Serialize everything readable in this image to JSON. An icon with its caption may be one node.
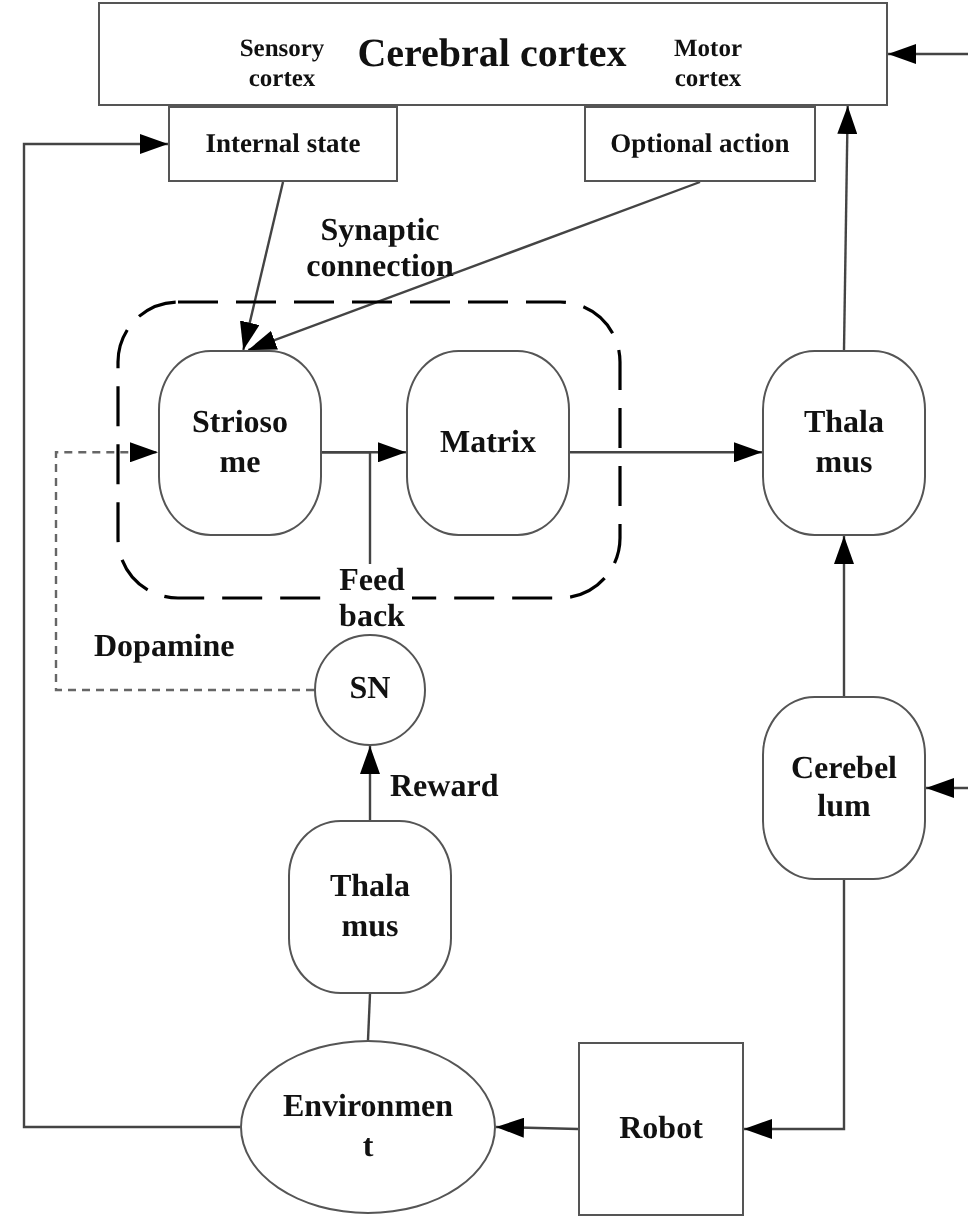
{
  "diagram": {
    "nodes": [
      {
        "text": [
          "Sensory cortex",
          "Cerebral cortex",
          "Motor cortex"
        ]
      },
      {
        "text": [
          "Internal state"
        ]
      },
      {
        "text": [
          "Optional action"
        ]
      },
      {
        "text": [],
        "shape": "box"
      },
      {
        "text": [
          "Striosome"
        ],
        "in": 3
      },
      {
        "text": [
          "Matrix"
        ],
        "in": 3
      },
      {
        "text": [
          "Thalamus"
        ]
      },
      {
        "text": [
          "SN"
        ]
      },
      {
        "text": [
          "Thalamus"
        ]
      },
      {
        "text": [
          "Cerebellum"
        ]
      },
      {
        "text": [
          "Environment"
        ]
      },
      {
        "text": [
          "Robot"
        ]
      }
    ],
    "edges": [
      {
        "from": 10,
        "to": 1,
        "arrow": "to"
      },
      {
        "from": 1,
        "to": 4,
        "arrow": "to"
      },
      {
        "from": 2,
        "to": 4,
        "arrow": "to"
      },
      {
        "from": 4,
        "to": 5,
        "arrow": "to"
      },
      {
        "from": 5,
        "to": 6,
        "arrow": "to"
      },
      {
        "from": 4,
        "to": 7,
        "arrow": "to",
        "label": "Feed back"
      },
      {
        "from": 7,
        "to": 4,
        "arrow": "to",
        "label": "Dopamine",
        "style": "dashed"
      },
      {
        "from": 8,
        "to": 7,
        "arrow": "to",
        "label": "Reward"
      },
      {
        "from": 10,
        "to": 8,
        "arrow": "none"
      },
      {
        "from": 6,
        "to": 0,
        "arrow": "to"
      },
      {
        "from": 9,
        "to": 6,
        "arrow": "to"
      },
      {
        "from": 9,
        "to": 11,
        "arrow": "to"
      },
      {
        "from": 11,
        "to": 10,
        "arrow": "to"
      },
      {
        "from": null,
        "to": 0,
        "arrow": "to"
      },
      {
        "from": null,
        "to": 9,
        "arrow": "to"
      }
    ],
    "labels": [
      "Synaptic connection"
    ]
  }
}
